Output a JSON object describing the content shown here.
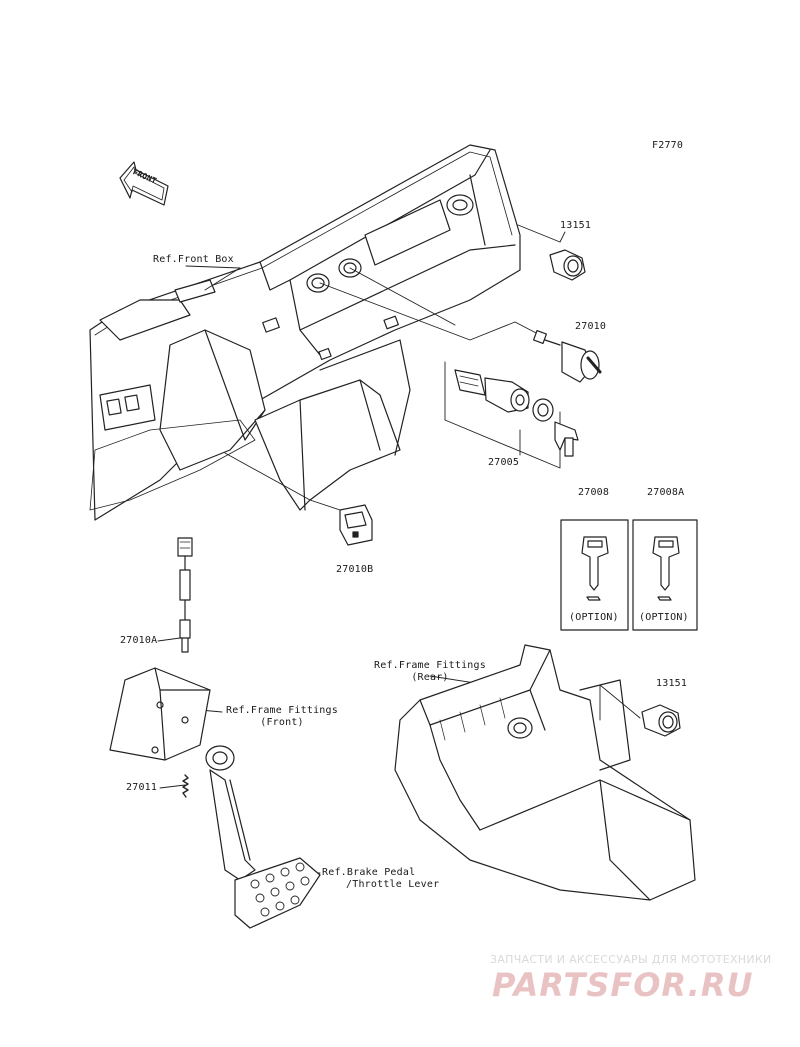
{
  "figure_code": "F2770",
  "front_arrow_label": "FRONT",
  "refs": {
    "front_box": "Ref.Front Box",
    "frame_fittings_front_1": "Ref.Frame Fittings",
    "frame_fittings_front_2": "(Front)",
    "frame_fittings_rear_1": "Ref.Frame Fittings",
    "frame_fittings_rear_2": "(Rear)",
    "brake_pedal_1": "Ref.Brake Pedal",
    "brake_pedal_2": "/Throttle Lever"
  },
  "parts": {
    "p13151_top": "13151",
    "p27010": "27010",
    "p27005": "27005",
    "p27008": "27008",
    "p27008A": "27008A",
    "p27010B": "27010B",
    "p27010A": "27010A",
    "p27011": "27011",
    "p13151_bottom": "13151"
  },
  "option_label_1": "(OPTION)",
  "option_label_2": "(OPTION)",
  "watermark": {
    "caption": "ЗАПЧАСТИ И АКСЕССУАРЫ ДЛЯ МОТОТЕХНИКИ",
    "logo": "PARTSFOR.RU"
  }
}
